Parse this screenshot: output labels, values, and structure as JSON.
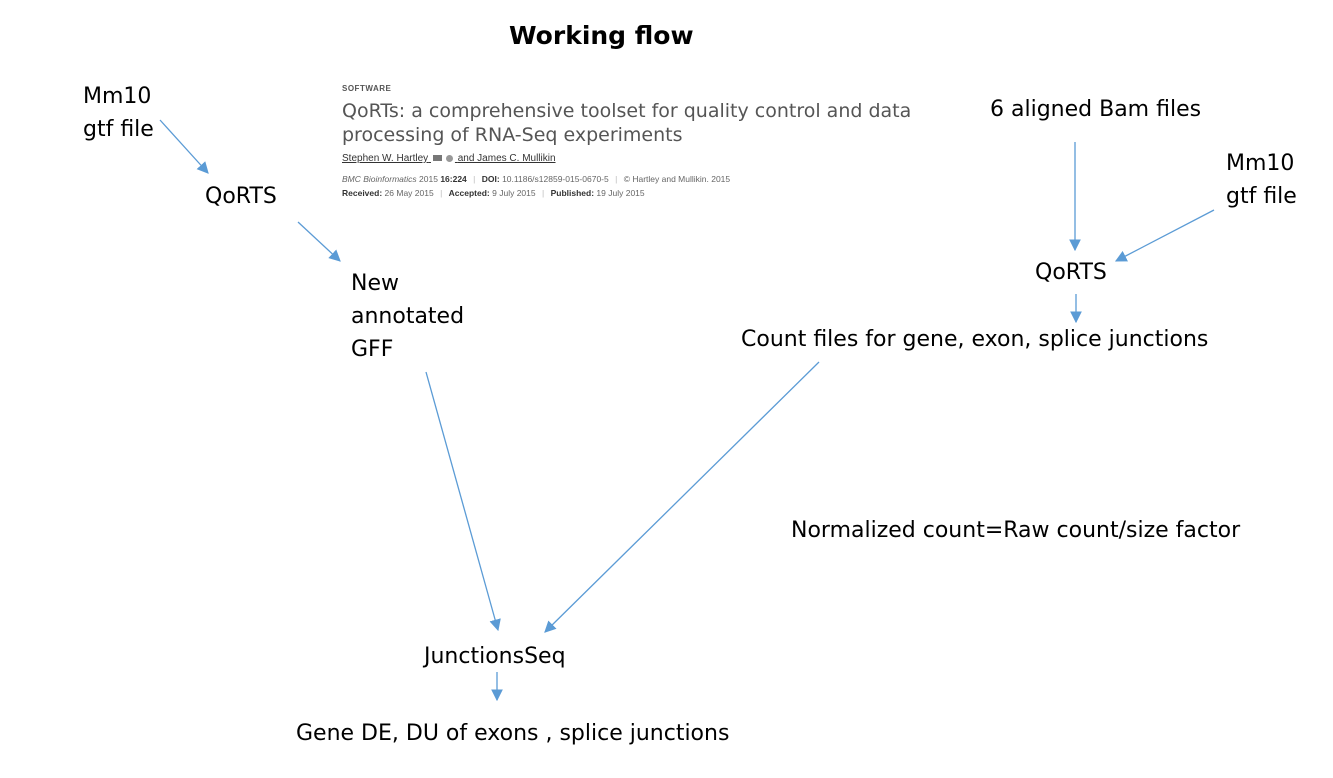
{
  "title": "Working flow",
  "left_flow": {
    "gtf_line1": "Mm10",
    "gtf_line2": "gtf file",
    "qorts": "QoRTS",
    "gff_line1": "New",
    "gff_line2": "annotated",
    "gff_line3": "GFF"
  },
  "right_flow": {
    "bam": "6 aligned  Bam files",
    "gtf_line1": "Mm10",
    "gtf_line2": "gtf file",
    "qorts": "QoRTS",
    "counts": "Count  files for gene, exon, splice junctions"
  },
  "normalized": "Normalized count=Raw count/size factor",
  "junctionsseq": "JunctionsSeq",
  "output": "Gene DE, DU of exons , splice junctions",
  "paper": {
    "kind": "SOFTWARE",
    "title_line1": "QoRTs: a comprehensive toolset for quality control and data",
    "title_line2": "processing of RNA-Seq experiments",
    "author1": "Stephen W. Hartley",
    "author_and": "and James C. Mullikin",
    "journal": "BMC Bioinformatics",
    "year": "2015",
    "volume": "16:224",
    "doi_label": "DOI:",
    "doi": "10.1186/s12859-015-0670-5",
    "copyright": "©  Hartley and Mullikin. 2015",
    "received_label": "Received:",
    "received": "26 May 2015",
    "accepted_label": "Accepted:",
    "accepted": "9 July 2015",
    "published_label": "Published:",
    "published": "19 July 2015"
  },
  "colors": {
    "arrow": "#5b9bd5",
    "text": "#000000"
  }
}
